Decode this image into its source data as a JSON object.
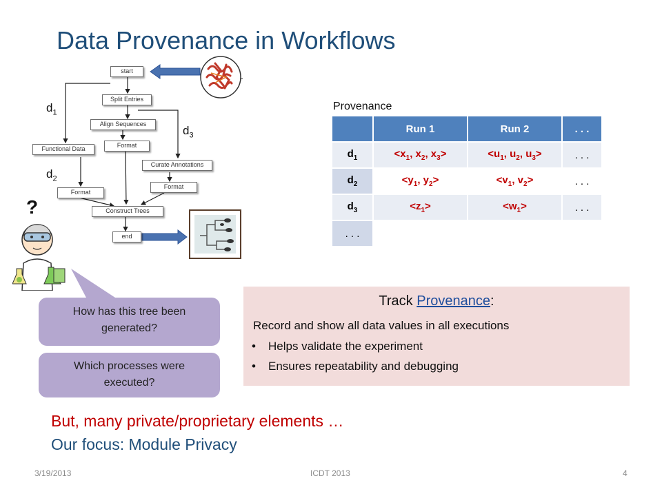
{
  "slide": {
    "title": "Data Provenance in Workflows"
  },
  "workflow": {
    "start": "start",
    "split": "Split Entries",
    "align": "Align Sequences",
    "format_mid": "Format",
    "functional": "Functional Data",
    "format_left": "Format",
    "curate": "Curate Annotations",
    "format_right": "Format",
    "construct": "Construct Trees",
    "end": "end"
  },
  "edge_labels": {
    "d1": "d",
    "d1_sub": "1",
    "d2": "d",
    "d2_sub": "2",
    "d3": "d",
    "d3_sub": "3"
  },
  "question_mark": "?",
  "provenance": {
    "label": "Provenance",
    "headers": [
      "",
      "Run 1",
      "Run 2",
      ". . ."
    ],
    "rows": [
      {
        "name": "d",
        "sub": "1",
        "run1": [
          "<x",
          "1",
          ", x",
          "2",
          ", x",
          "3",
          ">"
        ],
        "run2": [
          "<u",
          "1",
          ", u",
          "2",
          ", u",
          "3",
          ">"
        ],
        "more": ". . ."
      },
      {
        "name": "d",
        "sub": "2",
        "run1": [
          "<y",
          "1",
          ", y",
          "2",
          ">"
        ],
        "run2": [
          "<v",
          "1",
          ", v",
          "2",
          ">"
        ],
        "more": ". . ."
      },
      {
        "name": "d",
        "sub": "3",
        "run1": [
          "<z",
          "1",
          ">"
        ],
        "run2": [
          "<w",
          "1",
          ">"
        ],
        "more": ". . ."
      },
      {
        "name": ". . .",
        "sub": "",
        "run1": [],
        "run2": [],
        "more": ""
      }
    ]
  },
  "bubbles": {
    "q1": "How has this tree been generated?",
    "q2": "Which processes were executed?"
  },
  "track": {
    "title_prefix": "Track ",
    "title_link": "Provenance",
    "title_suffix": ":",
    "text": "Record and show all data values in all executions",
    "bullets": [
      "Helps validate the experiment",
      "Ensures repeatability and debugging"
    ]
  },
  "bottom": {
    "line1": "But, many private/proprietary elements …",
    "line2": "Our focus: Module Privacy"
  },
  "footer": {
    "date": "3/19/2013",
    "center": "ICDT 2013",
    "page": "4"
  },
  "colors": {
    "title": "#1f4e79",
    "table_header": "#4f81bd",
    "table_value": "#c00000",
    "bubble": "#b4a7cf",
    "track_bg": "#f2dcdb",
    "highlight_red": "#c00000",
    "arrow_blue": "#4a72b0"
  },
  "icons": [
    "protein-structure-icon",
    "scientist-icon",
    "phylogenetic-tree-icon",
    "bullet-dot-icon"
  ]
}
